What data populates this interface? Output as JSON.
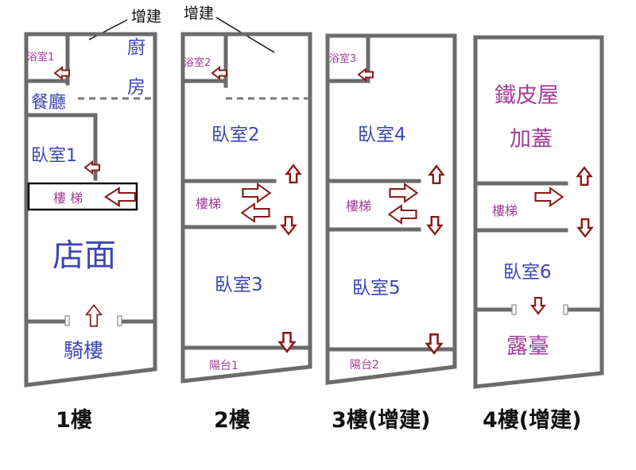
{
  "annotations": {
    "addition_1": "增建",
    "addition_2": "增建"
  },
  "floors": [
    {
      "caption": "1樓",
      "rooms": {
        "bath": "浴室1",
        "kitchen_1": "廚",
        "kitchen_2": "房",
        "dining": "餐廳",
        "bedroom": "臥室1",
        "stairs": "樓 梯",
        "shop": "店面",
        "arcade": "騎樓"
      }
    },
    {
      "caption": "2樓",
      "rooms": {
        "bath": "浴室2",
        "bedroom_a": "臥室2",
        "stairs": "樓梯",
        "bedroom_b": "臥室3",
        "balcony": "陽台1"
      }
    },
    {
      "caption": "3樓(增建)",
      "rooms": {
        "bath": "浴室3",
        "bedroom_a": "臥室4",
        "stairs": "樓梯",
        "bedroom_b": "臥室5",
        "balcony": "陽台2"
      }
    },
    {
      "caption": "4樓(增建)",
      "rooms": {
        "shed_1": "鐵皮屋",
        "shed_2": "加蓋",
        "stairs": "樓梯",
        "bedroom": "臥室6",
        "terrace": "露臺"
      }
    }
  ],
  "colors": {
    "wall": "#6b6b6b",
    "arrow": "#8b1a1a",
    "room_label": "#3b46b4",
    "minor_label": "#a23c9a"
  }
}
